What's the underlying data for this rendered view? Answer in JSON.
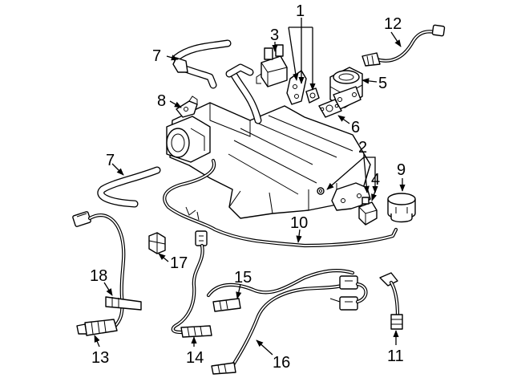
{
  "callouts": {
    "c1": "1",
    "c2": "2",
    "c3": "3",
    "c4": "4",
    "c5": "5",
    "c6": "6",
    "c7a": "7",
    "c7b": "7",
    "c8": "8",
    "c9": "9",
    "c10": "10",
    "c11": "11",
    "c12": "12",
    "c13": "13",
    "c14": "14",
    "c15": "15",
    "c16": "16",
    "c17": "17",
    "c18": "18"
  },
  "colors": {
    "line": "#000000",
    "background": "#ffffff"
  }
}
